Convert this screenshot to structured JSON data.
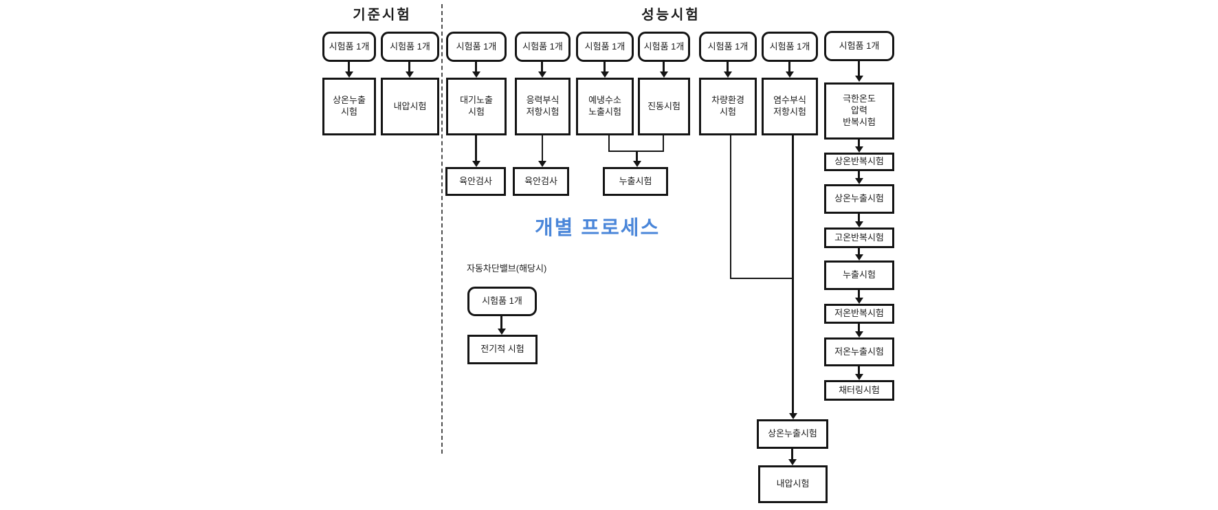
{
  "diagram": {
    "section_left": "기준시험",
    "section_right": "성능시험",
    "individual_process_label": "개별 프로세스",
    "accent_blue": "#4a86d9",
    "line_color": "#141414",
    "auto_valve_note": "자동차단밸브(해당시)"
  },
  "columns": [
    {
      "specimen": "시험품 1개",
      "test": "상온누출\n시험"
    },
    {
      "specimen": "시험품 1개",
      "test": "내압시험"
    },
    {
      "specimen": "시험품 1개",
      "test": "대기노출\n시험",
      "followup": "육안검사"
    },
    {
      "specimen": "시험품 1개",
      "test": "응력부식\n저항시험",
      "followup": "육안검사"
    },
    {
      "specimen": "시험품 1개",
      "test": "예냉수소\n노출시험"
    },
    {
      "specimen": "시험품 1개",
      "test": "진동시험"
    },
    {
      "specimen": "시험품 1개",
      "test": "차량환경\n시험"
    },
    {
      "specimen": "시험품 1개",
      "test": "염수부식\n저항시험"
    },
    {
      "specimen": "시험품 1개",
      "test": "극한온도\n압력\n반복시험"
    }
  ],
  "merged": {
    "leak_test": "누출시험"
  },
  "right_chain": [
    "상온반복시험",
    "상온누출시험",
    "고온반복시험",
    "누출시험",
    "저온반복시험",
    "저온누출시험",
    "채터링시험"
  ],
  "bottom_chain": [
    "상온누출시험",
    "내압시험"
  ],
  "auto_valve": {
    "specimen": "시험품 1개",
    "test": "전기적 시험"
  }
}
